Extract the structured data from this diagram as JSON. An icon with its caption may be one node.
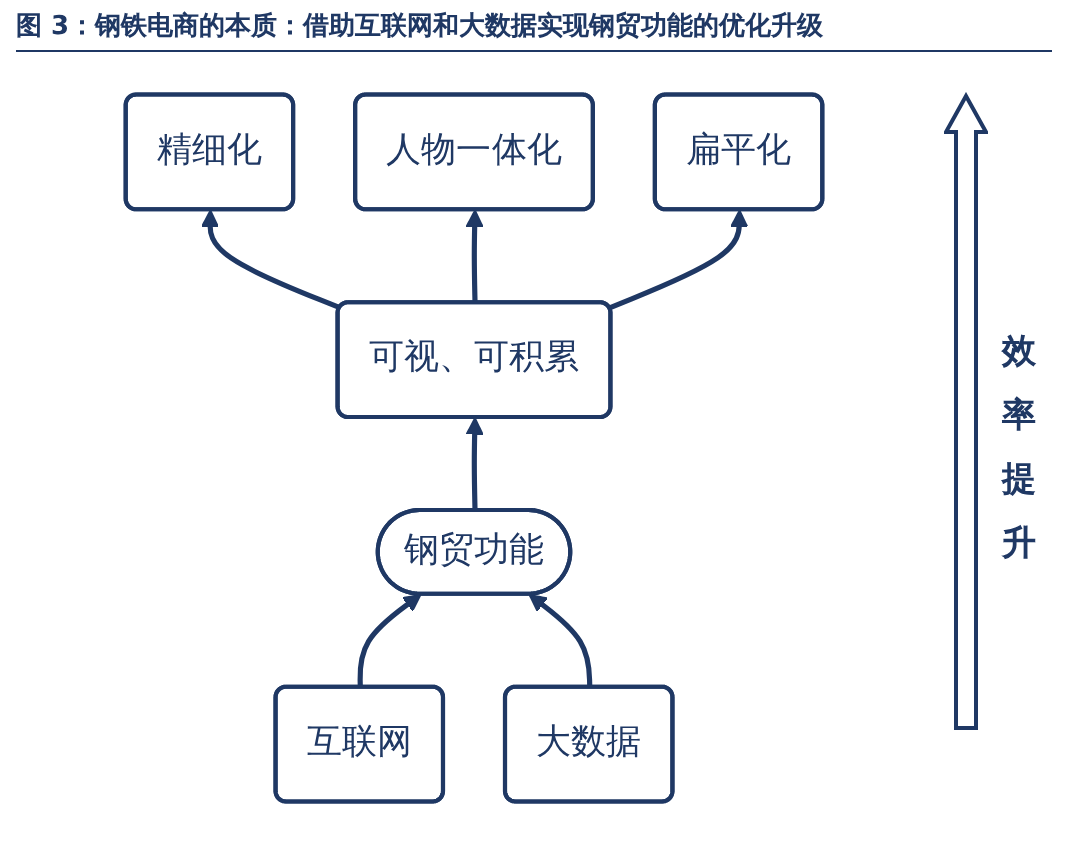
{
  "diagram": {
    "title": "图 3：钢铁电商的本质：借助互联网和大数据实现钢贸功能的优化升级",
    "nodes": [
      {
        "text": [
          "精细化"
        ]
      },
      {
        "text": [
          "人物一体化"
        ]
      },
      {
        "text": [
          "扁平化"
        ]
      },
      {
        "text": [
          "可视、可积累"
        ]
      },
      {
        "text": [
          "钢贸功能"
        ]
      },
      {
        "text": [
          "互联网"
        ]
      },
      {
        "text": [
          "大数据"
        ]
      }
    ],
    "edges": [
      {
        "from": 3,
        "to": 0,
        "arrow": "to"
      },
      {
        "from": 3,
        "to": 1,
        "arrow": "to"
      },
      {
        "from": 3,
        "to": 2,
        "arrow": "to"
      },
      {
        "from": 4,
        "to": 3,
        "arrow": "to"
      },
      {
        "from": 5,
        "to": 4,
        "arrow": "to"
      },
      {
        "from": 6,
        "to": 4,
        "arrow": "to"
      }
    ],
    "labels": [
      "效率提升"
    ]
  }
}
